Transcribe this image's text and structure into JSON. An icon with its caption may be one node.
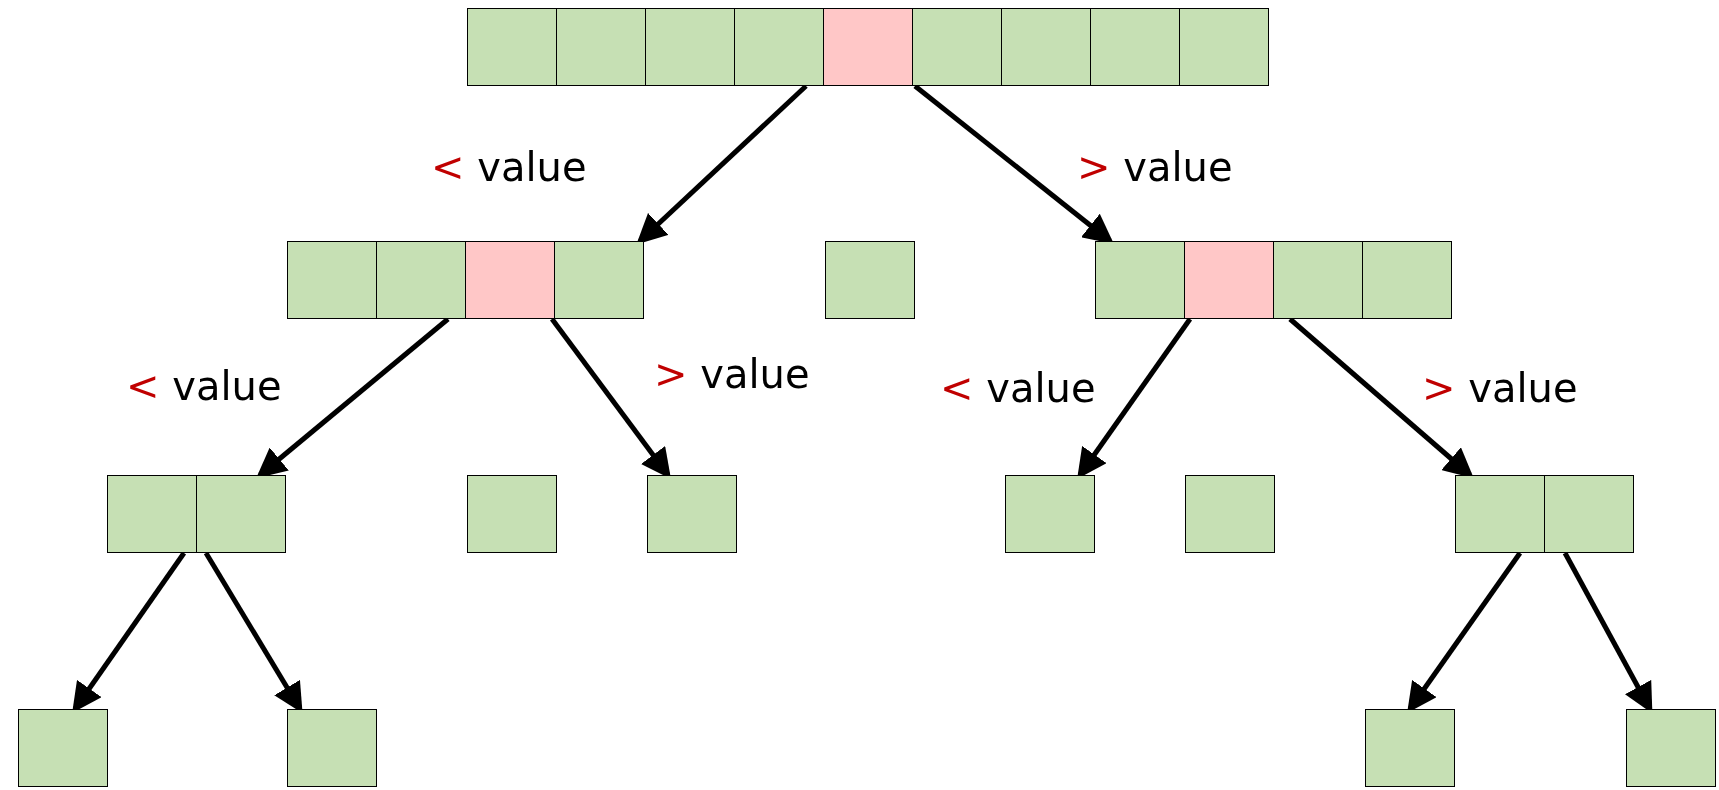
{
  "diagram": {
    "nodes": [
      {
        "text": [],
        "shape": "box"
      },
      {
        "text": [],
        "shape": "box",
        "in": 0
      },
      {
        "text": [],
        "shape": "box",
        "in": 0
      },
      {
        "text": [],
        "shape": "box",
        "in": 0
      },
      {
        "text": [],
        "shape": "box",
        "in": 0
      },
      {
        "text": [],
        "shape": "box",
        "in": 0
      },
      {
        "text": [],
        "shape": "box",
        "in": 0
      },
      {
        "text": [],
        "shape": "box",
        "in": 0
      },
      {
        "text": [],
        "shape": "box",
        "in": 0
      },
      {
        "text": [],
        "shape": "box",
        "in": 0
      },
      {
        "text": [],
        "shape": "box"
      },
      {
        "text": [],
        "shape": "box",
        "in": 10
      },
      {
        "text": [],
        "shape": "box",
        "in": 10
      },
      {
        "text": [],
        "shape": "box",
        "in": 10
      },
      {
        "text": [],
        "shape": "box",
        "in": 10
      },
      {
        "text": [],
        "shape": "box"
      },
      {
        "text": [],
        "shape": "box"
      },
      {
        "text": [],
        "shape": "box",
        "in": 16
      },
      {
        "text": [],
        "shape": "box",
        "in": 16
      },
      {
        "text": [],
        "shape": "box",
        "in": 16
      },
      {
        "text": [],
        "shape": "box",
        "in": 16
      },
      {
        "text": [],
        "shape": "box"
      },
      {
        "text": [],
        "shape": "box",
        "in": 21
      },
      {
        "text": [],
        "shape": "box",
        "in": 21
      },
      {
        "text": [],
        "shape": "box"
      },
      {
        "text": [],
        "shape": "box"
      },
      {
        "text": [],
        "shape": "box"
      },
      {
        "text": [],
        "shape": "box"
      },
      {
        "text": [],
        "shape": "box"
      },
      {
        "text": [],
        "shape": "box",
        "in": 28
      },
      {
        "text": [],
        "shape": "box",
        "in": 28
      },
      {
        "text": [],
        "shape": "box"
      },
      {
        "text": [],
        "shape": "box"
      },
      {
        "text": [],
        "shape": "box"
      },
      {
        "text": [],
        "shape": "box"
      }
    ],
    "edges": [
      {
        "from": 0,
        "to": 10,
        "arrow": "to",
        "label": "< value"
      },
      {
        "from": 0,
        "to": 16,
        "arrow": "to",
        "label": "> value"
      },
      {
        "from": 10,
        "to": 21,
        "arrow": "to",
        "label": "< value"
      },
      {
        "from": 10,
        "to": 25,
        "arrow": "to",
        "label": "> value"
      },
      {
        "from": 16,
        "to": 26,
        "arrow": "to",
        "label": "< value"
      },
      {
        "from": 16,
        "to": 28,
        "arrow": "to",
        "label": "> value"
      },
      {
        "from": 21,
        "to": 31,
        "arrow": "to"
      },
      {
        "from": 21,
        "to": 32,
        "arrow": "to"
      },
      {
        "from": 28,
        "to": 33,
        "arrow": "to"
      },
      {
        "from": 28,
        "to": 34,
        "arrow": "to"
      }
    ]
  }
}
